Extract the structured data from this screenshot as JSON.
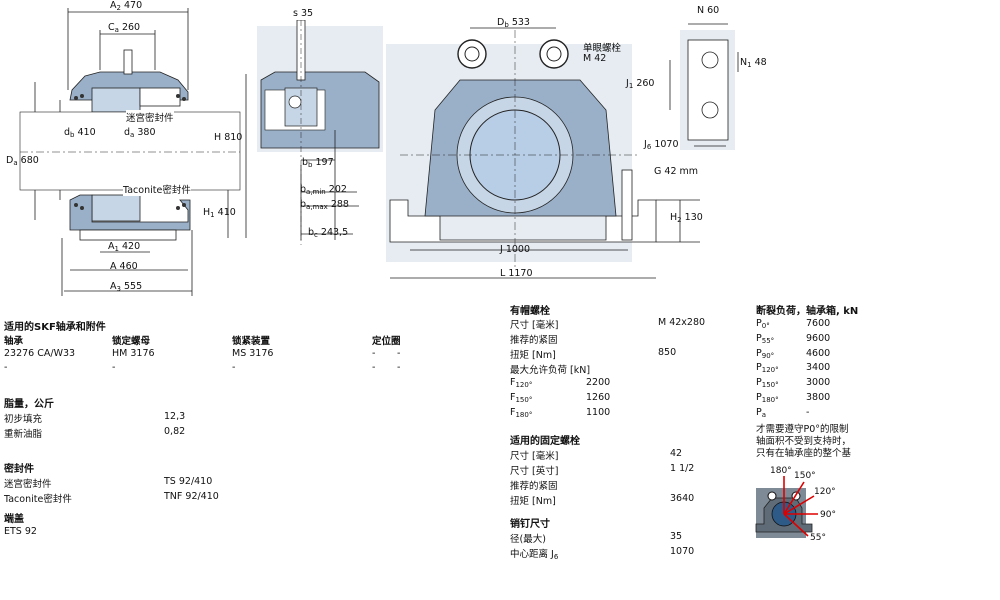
{
  "drawing": {
    "A2": "A",
    "A2_sub": "2",
    "A2_val": "470",
    "Ca": "C",
    "Ca_sub": "a",
    "Ca_val": "260",
    "db": "d",
    "db_sub": "b",
    "db_val": "410",
    "da": "d",
    "da_sub": "a",
    "da_val": "380",
    "Da": "D",
    "Da_sub": "a",
    "Da_val": "680",
    "H": "H",
    "H_val": "810",
    "H1": "H",
    "H1_sub": "1",
    "H1_val": "410",
    "A1": "A",
    "A1_sub": "1",
    "A1_val": "420",
    "A": "A",
    "A_val": "460",
    "A3": "A",
    "A3_sub": "3",
    "A3_val": "555",
    "labyrinth_label": "迷宫密封件",
    "taconite_label": "Taconite密封件",
    "s": "s",
    "s_val": "35",
    "bb": "b",
    "bb_sub": "b",
    "bb_val": "197",
    "ba_min": "b",
    "ba_min_sub": "a,min",
    "ba_min_val": "202",
    "ba_max": "b",
    "ba_max_sub": "a,max",
    "ba_max_val": "288",
    "bc": "b",
    "bc_sub": "c",
    "bc_val": "243,5",
    "Db": "D",
    "Db_sub": "b",
    "Db_val": "533",
    "eyebolt_label": "单眼螺栓",
    "eyebolt_size": "M 42",
    "G": "G",
    "G_val": "42 mm",
    "H2": "H",
    "H2_sub": "2",
    "H2_val": "130",
    "J": "J",
    "J_val": "1000",
    "L": "L",
    "L_val": "1170",
    "N": "N",
    "N_val": "60",
    "N1": "N",
    "N1_sub": "1",
    "N1_val": "48",
    "J1": "J",
    "J1_sub": "1",
    "J1_val": "260",
    "J6": "J",
    "J6_sub": "6",
    "J6_val": "1070"
  },
  "parts": {
    "title": "适用的SKF轴承和附件",
    "headers": [
      "轴承",
      "锁定螺母",
      "锁紧装置",
      "定位圈"
    ],
    "rows": [
      [
        "23276 CA/W33",
        "HM 3176",
        "MS 3176",
        "-",
        "-"
      ],
      [
        "-",
        "-",
        "-",
        "-",
        "-"
      ]
    ]
  },
  "grease": {
    "title": "脂量，公斤",
    "rows": [
      [
        "初步填充",
        "12,3"
      ],
      [
        "重新油脂",
        "0,82"
      ]
    ]
  },
  "seals": {
    "title": "密封件",
    "rows": [
      [
        "迷宫密封件",
        "TS 92/410"
      ],
      [
        "Taconite密封件",
        "TNF 92/410"
      ]
    ]
  },
  "endcover": {
    "title": "端盖",
    "value": "ETS 92"
  },
  "capbolts": {
    "title": "有帽螺栓",
    "size_label": "尺寸 [毫米]",
    "size_value": "M 42x280",
    "torque_title": "推荐的紧固",
    "torque_label": "扭矩 [Nm]",
    "torque_value": "850",
    "load_title": "最大允许负荷 [kN]",
    "loads": [
      {
        "sub": "120°",
        "value": "2200"
      },
      {
        "sub": "150°",
        "value": "1260"
      },
      {
        "sub": "180°",
        "value": "1100"
      }
    ],
    "load_symbol": "F"
  },
  "fixbolts": {
    "title": "适用的固定螺栓",
    "rows": [
      [
        "尺寸 [毫米]",
        "42"
      ],
      [
        "尺寸 [英寸]",
        "1 1/2"
      ]
    ],
    "torque_title": "推荐的紧固",
    "torque_label": "扭矩 [Nm]",
    "torque_value": "3640"
  },
  "dowel": {
    "title": "销钉尺寸",
    "rows": [
      [
        "径(最大)",
        "35"
      ],
      [
        "中心距离 J",
        "1070"
      ]
    ],
    "j_sub": "6"
  },
  "breaking": {
    "title": "断裂负荷，轴承箱, kN",
    "symbol": "P",
    "rows": [
      {
        "sub": "0°",
        "value": "7600"
      },
      {
        "sub": "55°",
        "value": "9600"
      },
      {
        "sub": "90°",
        "value": "4600"
      },
      {
        "sub": "120°",
        "value": "3400"
      },
      {
        "sub": "150°",
        "value": "3000"
      },
      {
        "sub": "180°",
        "value": "3800"
      },
      {
        "sub": "a",
        "value": "-"
      }
    ],
    "note": [
      "才需要遵守P0°的限制",
      "轴面积不受到支持时，",
      "只有在轴承座的整个基"
    ],
    "angles": [
      "180°",
      "150°",
      "120°",
      "90°",
      "55°"
    ]
  }
}
